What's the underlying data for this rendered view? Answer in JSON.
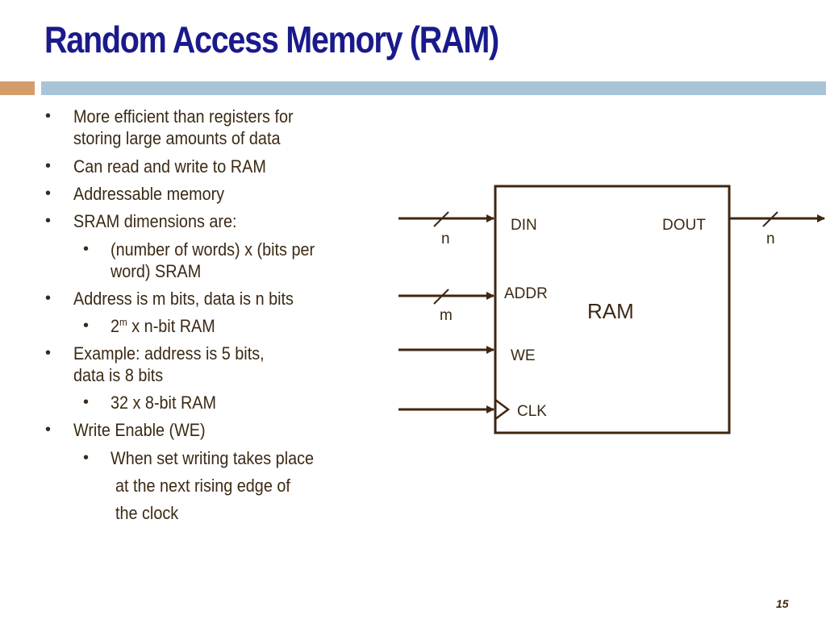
{
  "slide": {
    "title": "Random Access Memory (RAM)",
    "page_number": "15"
  },
  "bullets": {
    "b1_line1": "More efficient than registers for",
    "b1_line2": "storing large amounts of data",
    "b2": "Can read and write to RAM",
    "b3": "Addressable memory",
    "b4": "SRAM dimensions are:",
    "b4a_line1": "(number of words) x (bits per",
    "b4a_line2": "word) SRAM",
    "b5": "Address is m bits, data is n bits",
    "b5a_base": "2",
    "b5a_sup": "m",
    "b5a_rest": " x n-bit RAM",
    "b6_line1": "Example: address is 5 bits,",
    "b6_line2": "data is 8 bits",
    "b6a": "32 x 8-bit RAM",
    "b7": "Write Enable (WE)",
    "b7a_line1": "When set writing takes place",
    "b7a_line2": "at the next rising edge of",
    "b7a_line3": "the clock",
    "bullet_char": "•"
  },
  "diagram": {
    "block_label": "RAM",
    "port_din": "DIN",
    "port_dout": "DOUT",
    "port_addr": "ADDR",
    "port_we": "WE",
    "port_clk": "CLK",
    "din_width": "n",
    "dout_width": "n",
    "addr_width": "m",
    "line_color": "#3f2610"
  }
}
